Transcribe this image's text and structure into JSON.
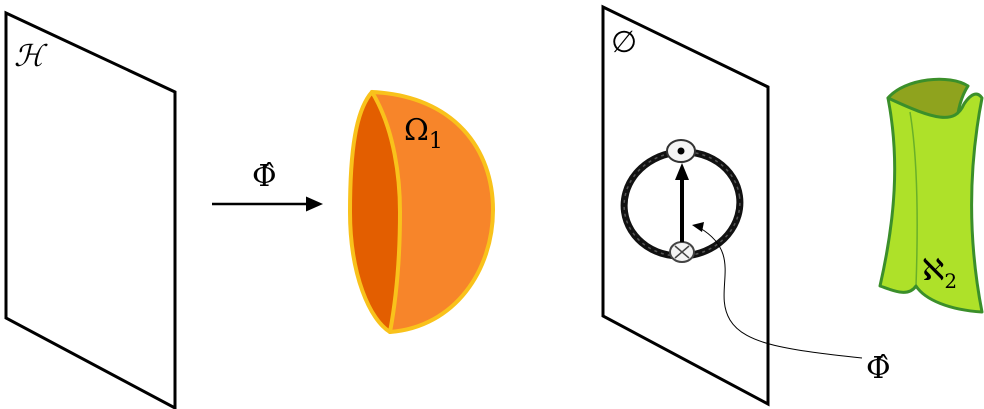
{
  "labels": {
    "hilbert": "ℋ",
    "map_top": "Φ̂",
    "omega": "Ω",
    "omega_sub": "1",
    "empty": "∅",
    "map_bottom": "Φ̂",
    "aleph": "ℵ",
    "aleph_sub": "2"
  },
  "colors": {
    "hemisphere_outer": "#F7852A",
    "hemisphere_inner": "#E35E00",
    "hemisphere_rim": "#F9C21B",
    "sheet_green": "#AEE129",
    "sheet_green_dark": "#8FA31E",
    "sheet_edge": "#3B8F2A"
  }
}
